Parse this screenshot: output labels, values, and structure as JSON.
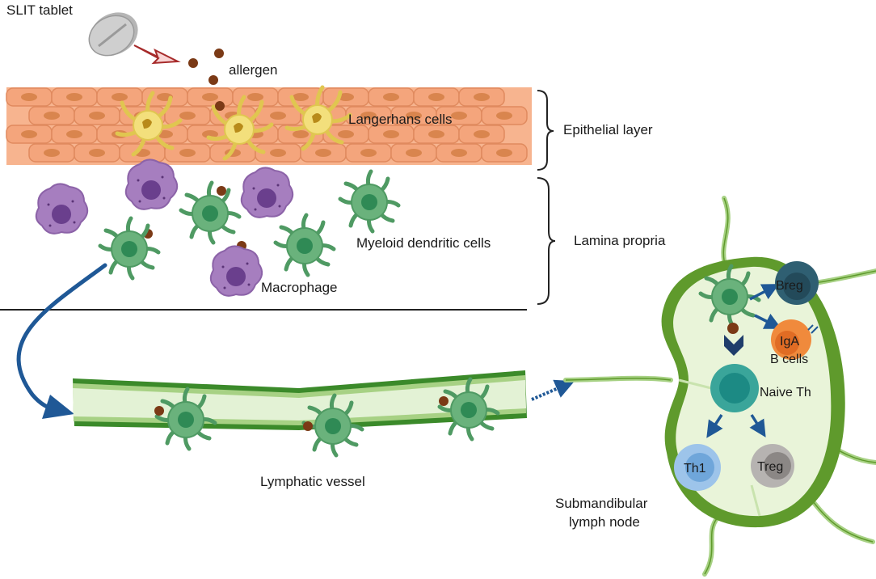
{
  "labels": {
    "slit_tablet": "SLIT tablet",
    "allergen": "allergen",
    "langerhans_cells": "Langerhans cells",
    "epithelial_layer": "Epithelial layer",
    "myeloid_dendritic_cells": "Myeloid dendritic cells",
    "lamina_propria": "Lamina propria",
    "macrophage": "Macrophage",
    "lymphatic_vessel": "Lymphatic vessel",
    "submandibular_line1": "Submandibular",
    "submandibular_line2": "lymph node",
    "breg": "Breg",
    "iga": "IgA",
    "b_cells": "B cells",
    "naive_th": "Naive Th",
    "th1": "Th1",
    "treg": "Treg"
  },
  "colors": {
    "epithelium": "#f4a57c",
    "epithelium_nucleus": "#d9854e",
    "langerhans": "#f3df7c",
    "dendritic": "#6ab27c",
    "dendritic_nucleus": "#2f8a55",
    "macrophage": "#a67ebf",
    "macrophage_nucleus": "#6a3f8d",
    "allergen": "#7b3a16",
    "vessel_wall": "#3b8a2a",
    "vessel_lumen": "#e3f2d5",
    "node_wall": "#5f9a2c",
    "node_fill": "#e9f4d9",
    "arrow": "#1f5896",
    "breg": "#2f5f72",
    "iga": "#f08a3c",
    "naive_th": "#3aa59a",
    "th1": "#9dc4ea",
    "treg": "#b6b3b1"
  }
}
